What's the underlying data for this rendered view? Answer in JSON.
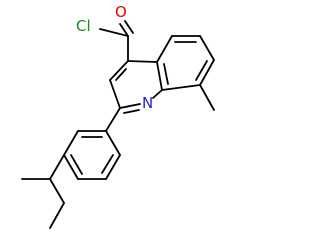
{
  "molecule": {
    "atoms": {
      "chlorine": {
        "symbol": "Cl",
        "color": "#1d8a1d"
      },
      "oxygen": {
        "symbol": "O",
        "color": "#e60000"
      },
      "nitrogen": {
        "symbol": "N",
        "color": "#1f1fd6"
      }
    },
    "bond_color": "#000000"
  }
}
